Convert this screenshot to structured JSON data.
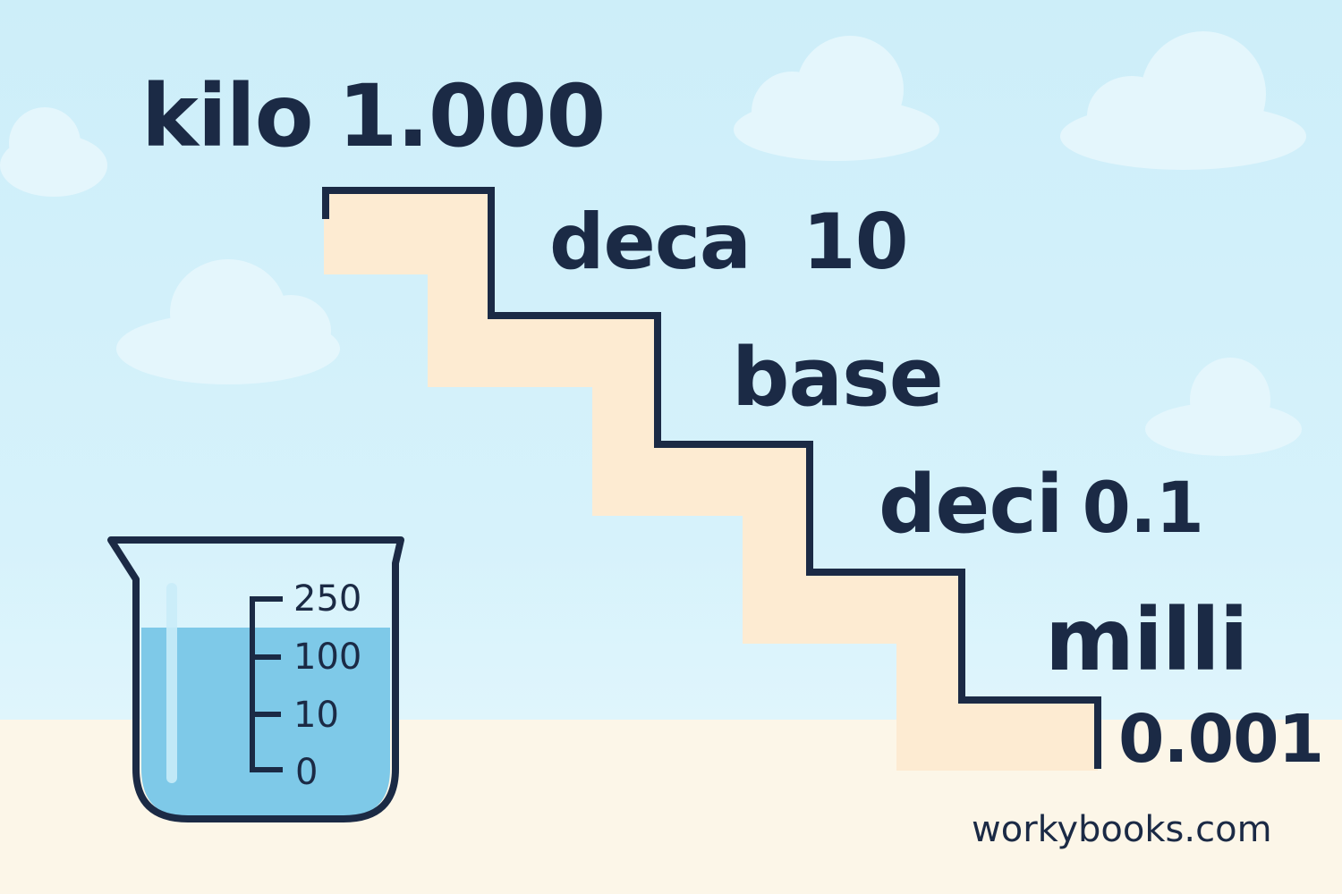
{
  "steps": [
    {
      "prefix": "kilo",
      "value": "1.000"
    },
    {
      "prefix": "deca",
      "value": "10"
    },
    {
      "prefix": "base",
      "value": ""
    },
    {
      "prefix": "deci",
      "value": "0.1"
    },
    {
      "prefix": "milli",
      "value": "0.001"
    }
  ],
  "beaker": {
    "marks": [
      "250",
      "100",
      "10",
      "0"
    ]
  },
  "website": "workybooks.com",
  "colors": {
    "ink": "#1b2a45",
    "sky": "#d3f0fa",
    "ground": "#fcf6e8",
    "stair_fill": "#fdebd2",
    "water": "#7ec9e8"
  }
}
